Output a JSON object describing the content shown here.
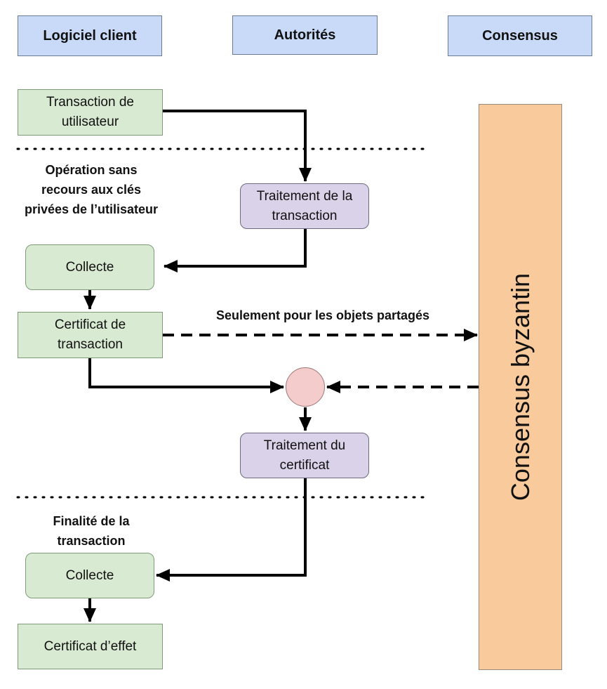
{
  "headers": {
    "client": "Logiciel client",
    "authorities": "Autorités",
    "consensus": "Consensus"
  },
  "boxes": {
    "user_transaction": "Transaction de utilisateur",
    "process_transaction": "Traitement de la transaction",
    "collect_1": "Collecte",
    "transaction_certificate": "Certificat de transaction",
    "process_certificate": "Traitement du certificat",
    "collect_2": "Collecte",
    "effects_certificate": "Certificat d’effet"
  },
  "notes": {
    "no_private_keys": "Opération sans recours aux clés privées de l’utilisateur",
    "shared_objects_only": "Seulement pour les objets partagés",
    "finality": "Finalité de la transaction"
  },
  "consensus_bar": {
    "label": "Consensus byzantin"
  },
  "colors": {
    "header_fill": "#c9daf8",
    "client_fill": "#d9ead3",
    "authority_fill": "#d9d2e9",
    "consensus_fill": "#f9cb9c",
    "join_node_fill": "#f4cccc"
  }
}
